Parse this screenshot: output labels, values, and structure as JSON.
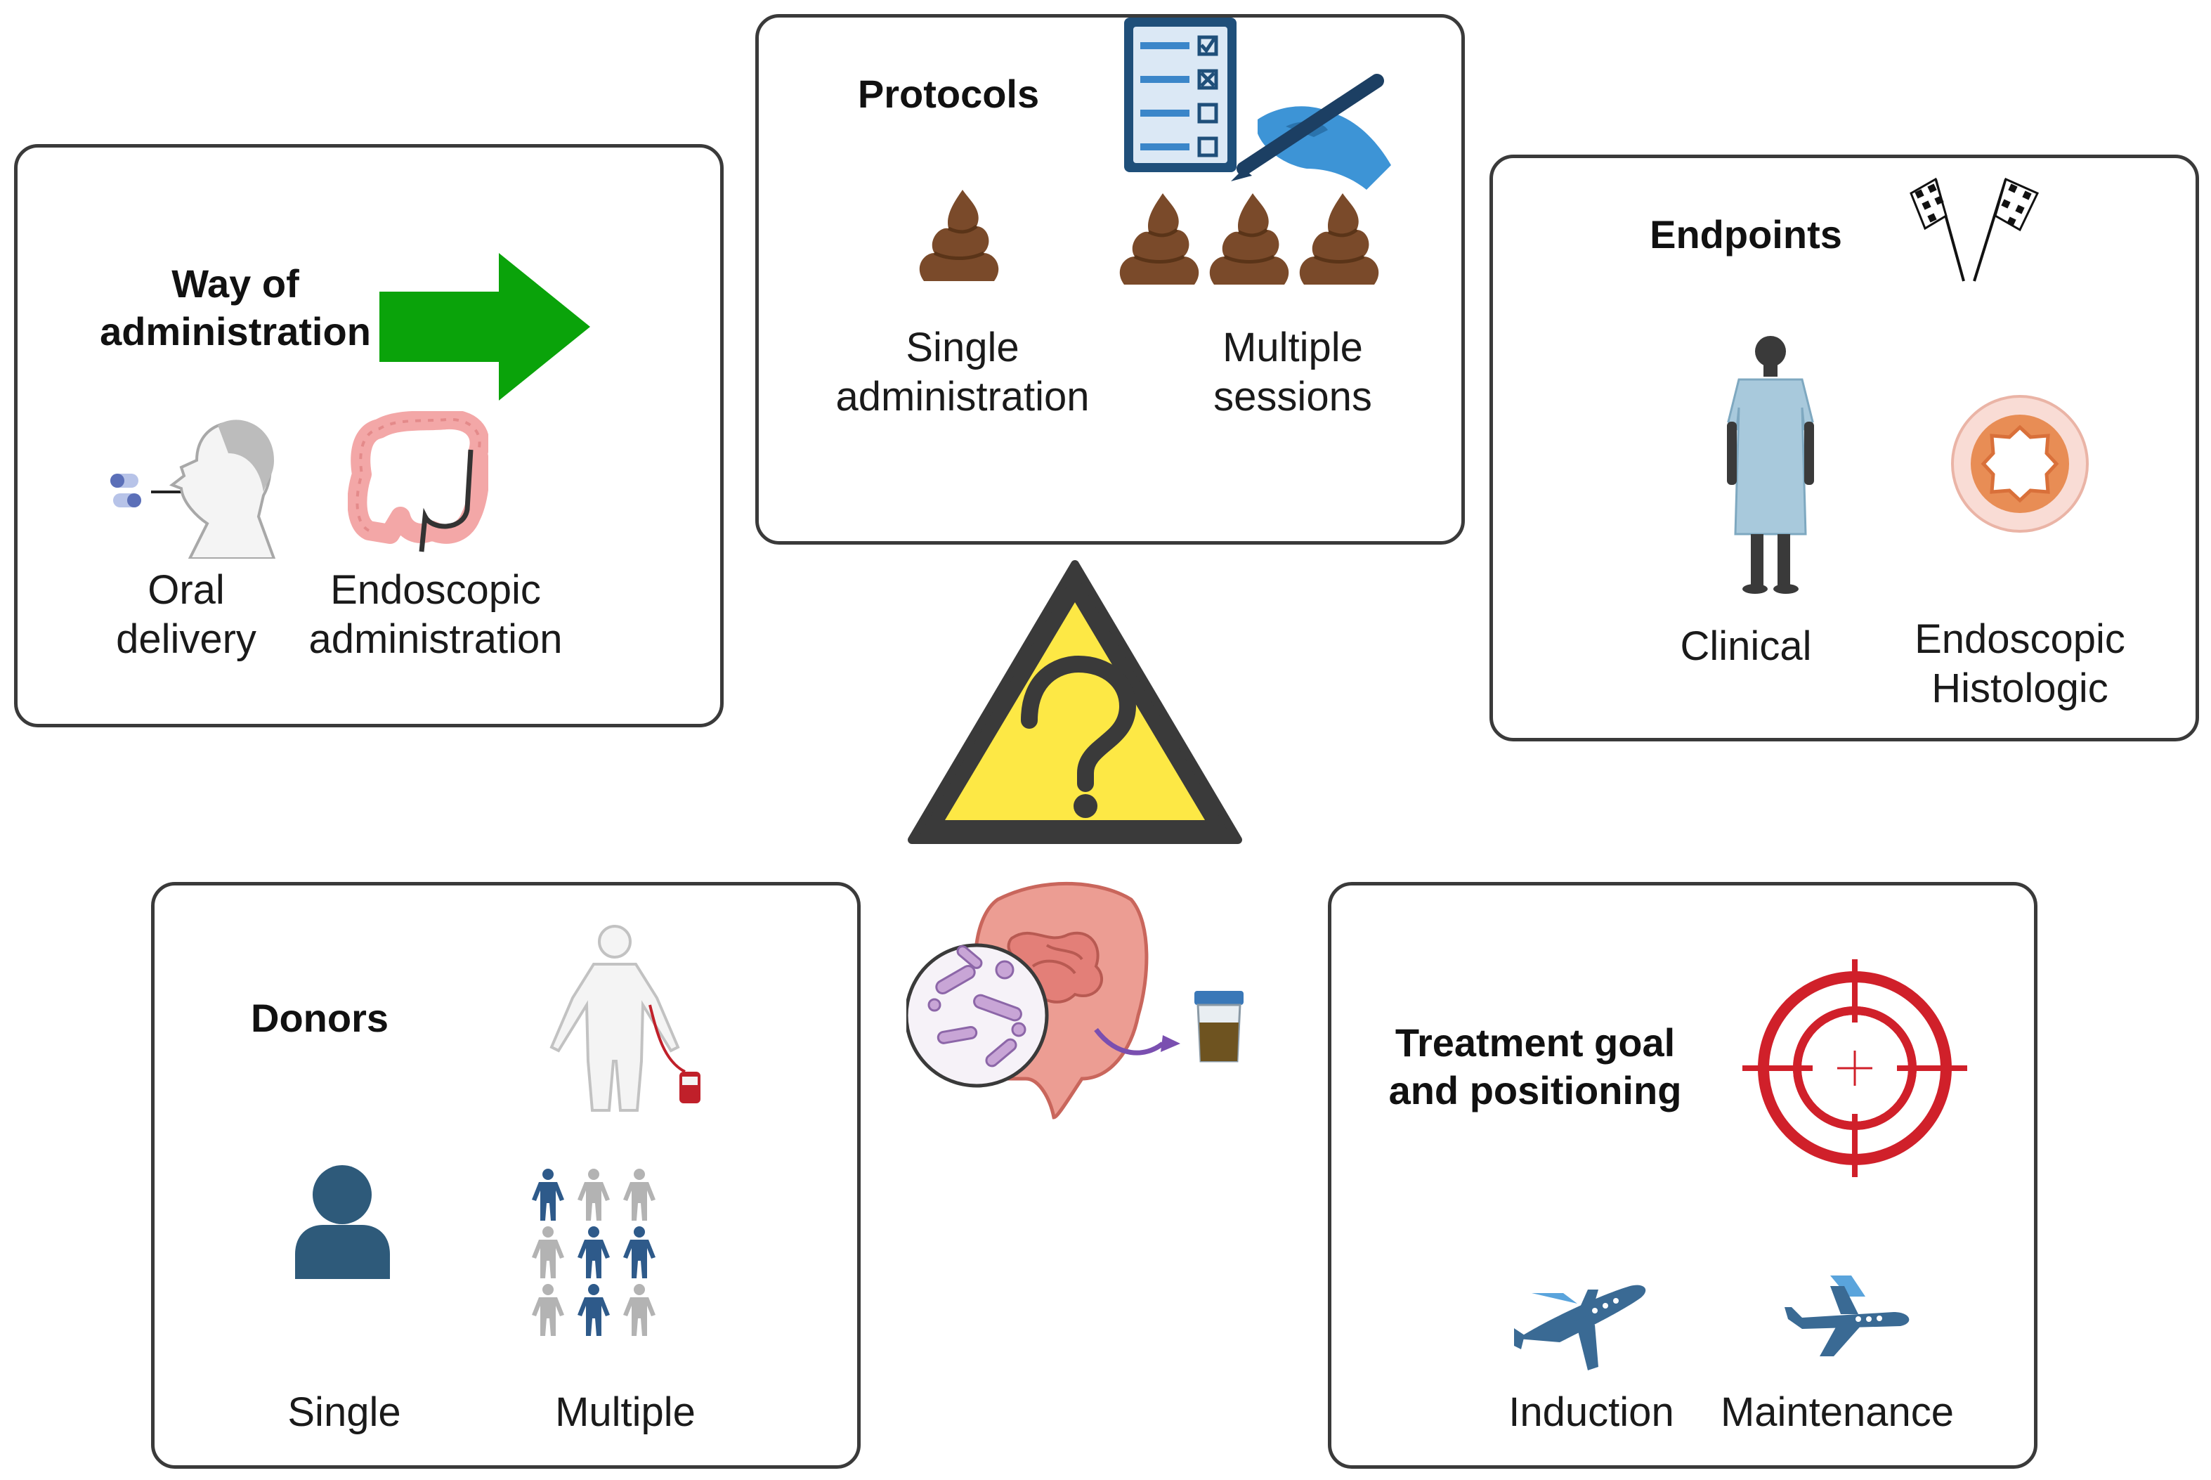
{
  "way": {
    "title_line1": "Way of",
    "title_line2": "administration",
    "oral_line1": "Oral",
    "oral_line2": "delivery",
    "endo_line1": "Endoscopic",
    "endo_line2": "administration"
  },
  "protocols": {
    "title": "Protocols",
    "single_line1": "Single",
    "single_line2": "administration",
    "multi_line1": "Multiple",
    "multi_line2": "sessions"
  },
  "endpoints": {
    "title": "Endpoints",
    "clinical": "Clinical",
    "endo_line1": "Endoscopic",
    "endo_line2": "Histologic"
  },
  "donors": {
    "title": "Donors",
    "single": "Single",
    "multiple": "Multiple"
  },
  "treatment": {
    "title_line1": "Treatment goal",
    "title_line2": "and positioning",
    "induction": "Induction",
    "maintenance": "Maintenance"
  },
  "colors": {
    "arrow_green": "#0aa30a",
    "warning_yellow": "#fde845",
    "target_red": "#d0202a",
    "donor_blue": "#2e5a7a",
    "plane_blue": "#3a6a94",
    "poop_brown": "#7a4a2a"
  },
  "icons": [
    "arrow-right-icon",
    "pills-icon",
    "head-profile-icon",
    "colon-endoscope-icon",
    "checklist-icon",
    "pencil-hand-icon",
    "poop-icon",
    "checkered-flags-icon",
    "patient-gown-icon",
    "mucosa-cross-section-icon",
    "warning-question-icon",
    "intestine-microbiome-icon",
    "stool-container-icon",
    "blood-donor-icon",
    "person-icon",
    "people-group-icon",
    "target-icon",
    "airplane-takeoff-icon",
    "airplane-cruise-icon"
  ]
}
